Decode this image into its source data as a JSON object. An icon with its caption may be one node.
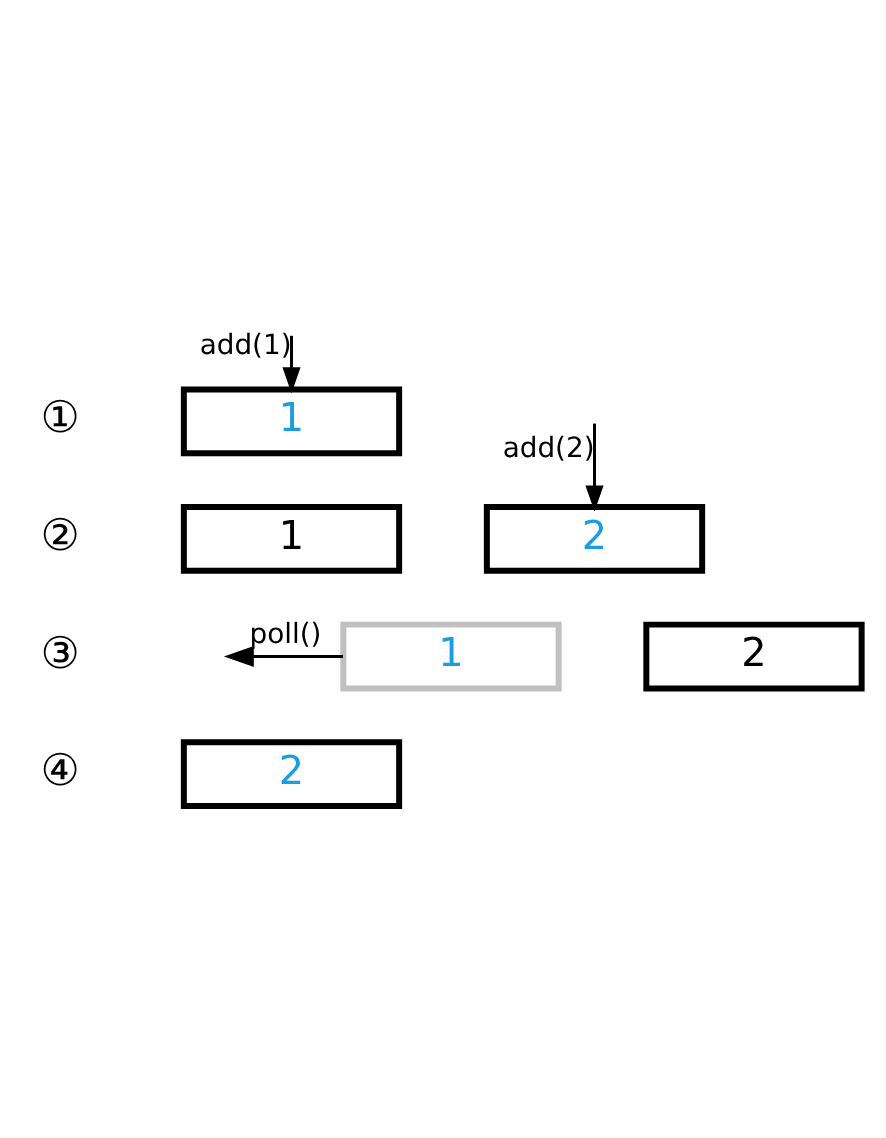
{
  "diagram": {
    "nodes": [
      {
        "text": [
          "1"
        ]
      },
      {
        "text": [
          "1"
        ]
      },
      {
        "text": [
          "2"
        ]
      },
      {
        "text": [
          "1"
        ]
      },
      {
        "text": [
          "2"
        ]
      },
      {
        "text": [
          "2"
        ]
      }
    ],
    "edges": [
      {
        "from": null,
        "to": 0,
        "arrow": "to",
        "label": "add(1)"
      },
      {
        "from": null,
        "to": 2,
        "arrow": "to",
        "label": "add(2)"
      },
      {
        "from": 3,
        "to": null,
        "arrow": "to",
        "label": "poll()"
      }
    ],
    "labels": [
      "①",
      "②",
      "③",
      "④"
    ]
  }
}
